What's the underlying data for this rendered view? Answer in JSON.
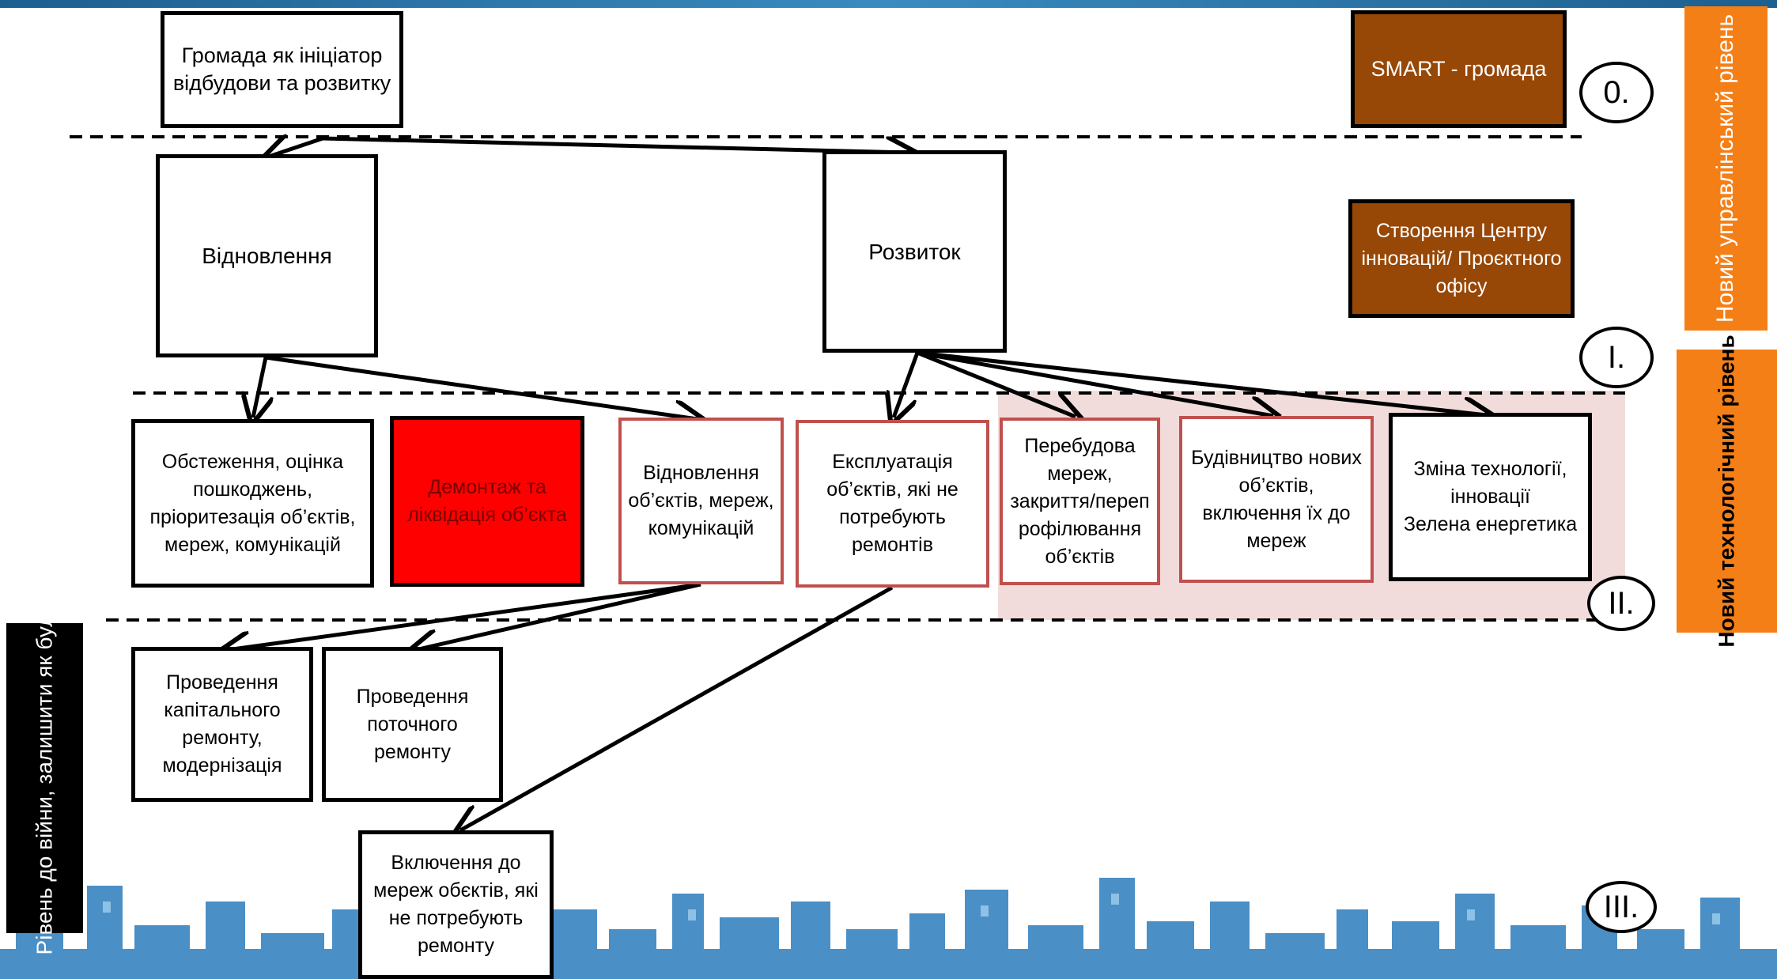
{
  "boxes": {
    "community": "Громада як ініціатор\nвідбудови та розвитку",
    "smart": "SMART - громада",
    "restoration": "Відновлення",
    "development": "Розвиток",
    "innovation_center": "Створення Центру\nінновацій/ Проєктного\nофісу",
    "survey": "Обстеження, оцінка\nпошкоджень,\nпріоритезація об’єктів,\nмереж, комунікацій",
    "dismantle": "Демонтаж та\nліквідація об’єкта",
    "restore_networks": "Відновлення\nоб’єктів, мереж,\nкомунікацій",
    "operation": "Експлуатація\nоб’єктів, які не\nпотребують\nремонтів",
    "rebuild": "Перебудова\nмереж,\nзакриття/переп\nрофілювання\nоб’єктів",
    "new_construction": "Будівництво нових\nоб’єктів,\nвключення їх до\nмереж",
    "technology": "Зміна технології,\nінновації\nЗелена енергетика",
    "capital_repair": "Проведення\nкапітального\nремонту,\nмодернізація",
    "current_repair": "Проведення\nпоточного\nремонту",
    "include_networks": "Включення до\nмереж обєктів, які\nне потребують\nремонту"
  },
  "levels": [
    "0.",
    "I.",
    "II.",
    "III."
  ],
  "side_labels": {
    "management": "Новий  управлінський\nрівень",
    "technology": "Новий технологічний\nрівень",
    "prewar": "Рівень до війни,\nзалишити як було"
  },
  "colors": {
    "brown": "#974706",
    "red": "#ff0000",
    "rose_border": "#c0504d",
    "highlight": "#f2dcdb",
    "orange": "#f57f17"
  }
}
